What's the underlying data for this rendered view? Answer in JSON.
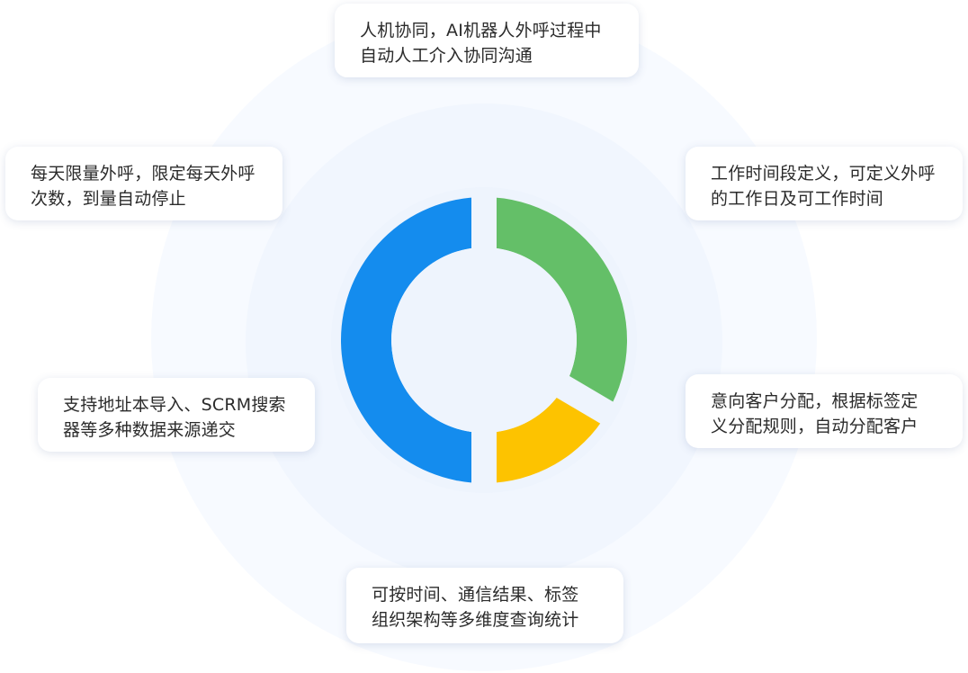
{
  "colors": {
    "blue": "#148cee",
    "green": "#64bf68",
    "yellow": "#fdc300"
  },
  "chart_data": {
    "type": "pie",
    "style": "donut",
    "segments": [
      {
        "color": "#64bf68",
        "value": 33.5
      },
      {
        "color": "#fdc300",
        "value": 16.5
      },
      {
        "color": "#148cee",
        "value": 50
      }
    ]
  },
  "features": {
    "top": {
      "line1": "人机协同，AI机器人外呼过程中",
      "line2": "自动人工介入协同沟通"
    },
    "tl": {
      "line1": "每天限量外呼，限定每天外呼",
      "line2": "次数，到量自动停止"
    },
    "tr": {
      "line1": "工作时间段定义，可定义外呼",
      "line2": "的工作日及可工作时间"
    },
    "ml": {
      "line1": "支持地址本导入、SCRM搜索",
      "line2": "器等多种数据来源递交"
    },
    "mr": {
      "line1": "意向客户分配，根据标签定",
      "line2": "义分配规则，自动分配客户"
    },
    "bottom": {
      "line1": "可按时间、通信结果、标签",
      "line2": "组织架构等多维度查询统计"
    }
  }
}
